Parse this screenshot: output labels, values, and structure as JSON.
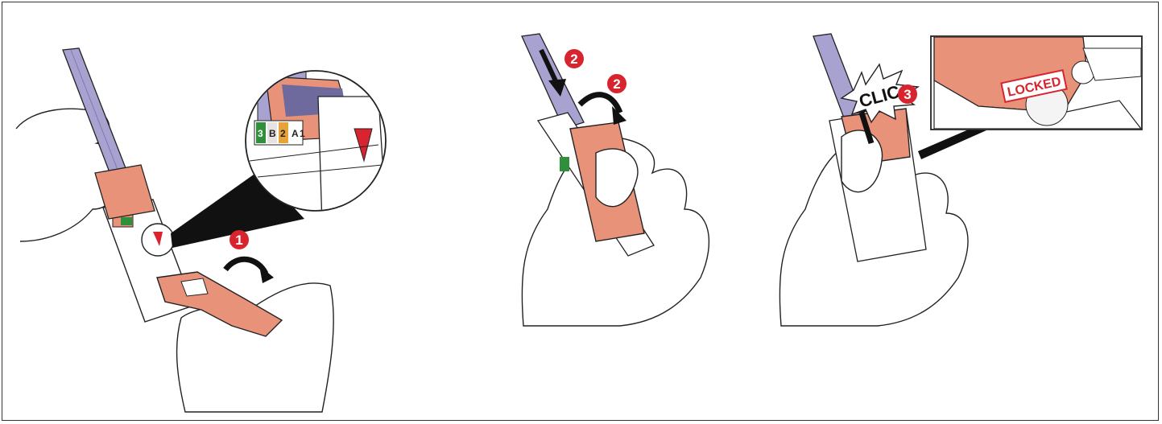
{
  "steps": [
    {
      "number": "1"
    },
    {
      "number": "2"
    },
    {
      "number": "2"
    },
    {
      "number": "3"
    }
  ],
  "sound_label": "CLIC",
  "status_label": "LOCKED",
  "wire_labels": [
    "1",
    "2",
    "A",
    "B",
    "3"
  ],
  "colors": {
    "badge": "#d8242e",
    "cable": "#a7a2cf",
    "connector": "#e8927a",
    "outline": "#222222"
  }
}
